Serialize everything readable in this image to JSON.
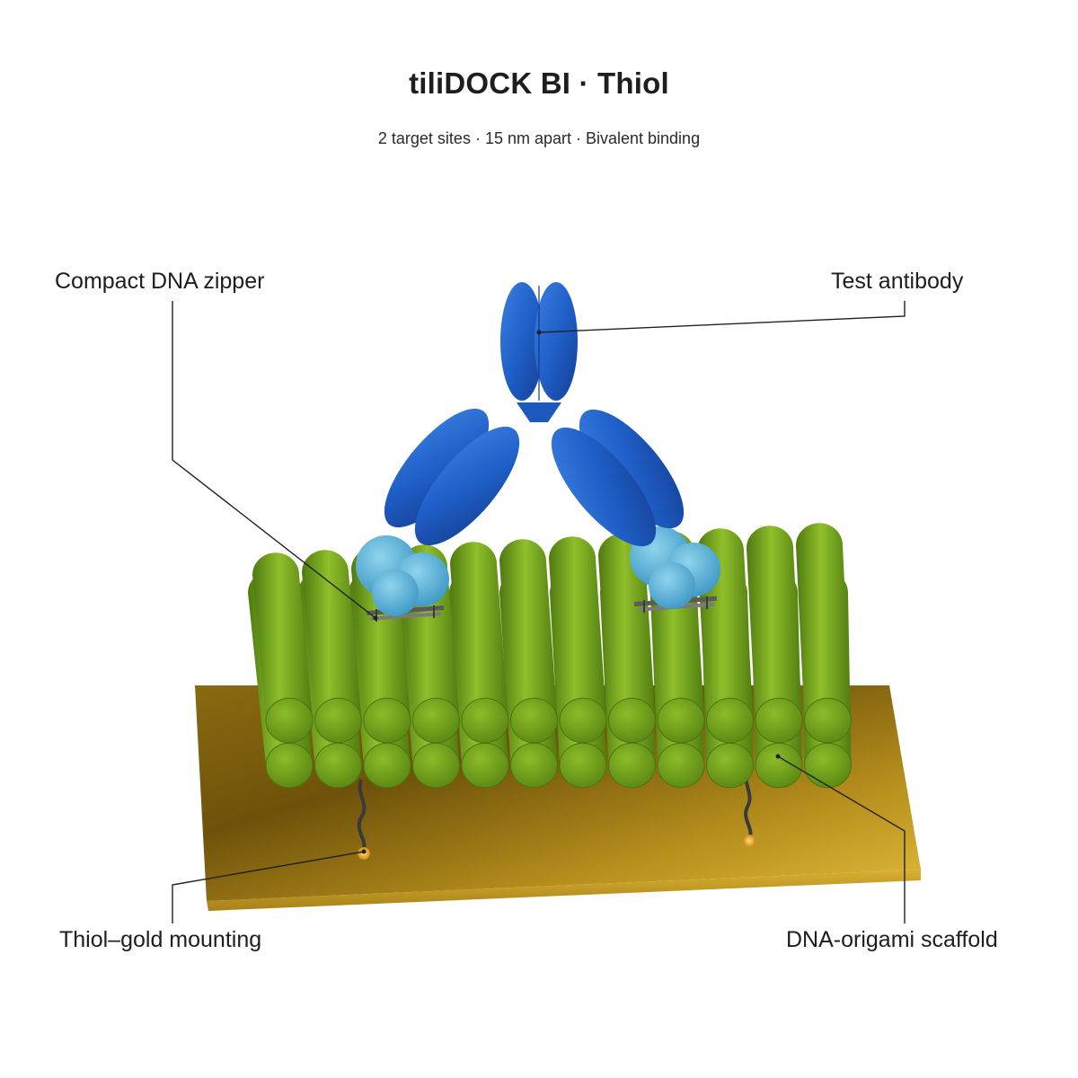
{
  "header": {
    "title": "tiliDOCK BI · Thiol",
    "subtitle": "2 target sites · 15 nm apart · Bivalent binding"
  },
  "labels": {
    "zipper": "Compact DNA zipper",
    "antibody": "Test antibody",
    "thiol": "Thiol–gold mounting",
    "scaffold": "DNA-origami scaffold"
  },
  "colors": {
    "antibody_blue": "#1f5fc8",
    "antigen_light_blue": "#5cb5dc",
    "scaffold_green": "#6f9c1a",
    "gold_plate": "#c9a21e",
    "leader_line": "#222222"
  }
}
